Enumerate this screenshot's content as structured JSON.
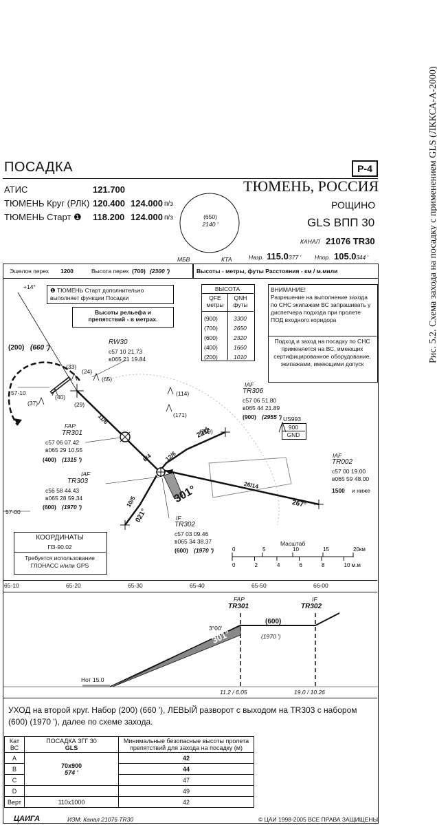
{
  "caption": "Рис. 5.2. Схема захода на посадку с применением GLS (ЛККСА-А-2000)",
  "header": {
    "title": "ПОСАДКА",
    "page_code": "P-4",
    "city": "ТЮМЕНЬ, РОССИЯ",
    "airport": "РОЩИНО",
    "procedure": "GLS ВПП 30",
    "channel_label": "КАНАЛ",
    "channel": "21076 TR30"
  },
  "frequencies": [
    {
      "name": "АТИС",
      "f1": "121.700",
      "f2": "",
      "unit": ""
    },
    {
      "name": "ТЮМЕНЬ Круг (РЛК)",
      "f1": "120.400",
      "f2": "124.000",
      "unit": "п/з"
    },
    {
      "name": "ТЮМЕНЬ Старт ❶",
      "f1": "118.200",
      "f2": "124.000",
      "unit": "п/з"
    }
  ],
  "msa": {
    "alt": "(650)",
    "alt_ft": "2140 '",
    "label1": "МБВ",
    "label2": "КТА"
  },
  "course": {
    "naz_label": "Назр.",
    "naz": "115.0",
    "naz_ft": "377 '",
    "npor_label": "Нпор.",
    "npor": "105.0",
    "npor_ft": "344 '"
  },
  "transition": {
    "level_label": "Эшелон перех",
    "level": "1200",
    "alt_label": "Высота перех",
    "alt": "(700)",
    "alt_ft": "(2300 ')"
  },
  "units_note": "Высоты - метры, футы Расстояния - км / м.мили",
  "note1": "❶ ТЮМЕНЬ Старт дополнительно выполняет функции Посадки",
  "note2": "Высоты рельефа и препятствий - в метрах.",
  "height_table": {
    "title": "ВЫСОТА",
    "col1": "QFE метры",
    "col2": "QNH футы",
    "rows": [
      [
        "(900)",
        "3300"
      ],
      [
        "(700)",
        "2650"
      ],
      [
        "(600)",
        "2320"
      ],
      [
        "(400)",
        "1660"
      ],
      [
        "(200)",
        "1010"
      ]
    ]
  },
  "warning": {
    "title": "ВНИМАНИЕ!",
    "p1": "Разрешение на выполнение захода по СНС экипажам ВС запрашивать у диспетчера подхода при пролете ПОД входного коридора",
    "p2": "Подход и заход на посадку по СНС применяется на ВС, имеющих сертифицированное оборудование, экипажами, имеющими допуск"
  },
  "waypoints": {
    "rw30": {
      "name": "RW30",
      "lat": "с57 10 21.73",
      "lon": "в065 21 19.84"
    },
    "tr306": {
      "tag": "IAF",
      "name": "TR306",
      "lat": "с57 06 51.80",
      "lon": "в065 44 21.89",
      "alt": "(900)",
      "alt_ft": "(2955 ')"
    },
    "tr301": {
      "tag": "FAP",
      "name": "TR301",
      "lat": "с57 06 07.42",
      "lon": "в065 29 10.55",
      "alt": "(400)",
      "alt_ft": "(1315 ')"
    },
    "tr303": {
      "tag": "IAF",
      "name": "TR303",
      "lat": "с56 58 44.43",
      "lon": "в065 28 59.34",
      "alt": "(600)",
      "alt_ft": "(1970 ')"
    },
    "tr302": {
      "tag": "IF",
      "name": "TR302",
      "lat": "с57 03 09.46",
      "lon": "в065 34 38.37",
      "alt": "(600)",
      "alt_ft": "(1970 ')"
    },
    "tr002": {
      "tag": "IAF",
      "name": "TR002",
      "lat": "с57 00 19.00",
      "lon": "в065 59 48.00",
      "alt": "1500",
      "alt_suffix": "и ниже"
    }
  },
  "map_labels": {
    "circle_alt": "(200)",
    "circle_alt_ft": "(660 ')",
    "bearing_14": "+14°",
    "lat_57_10": "57-10",
    "lat_57_00": "57-00",
    "leg_11": "11/6",
    "leg_8": "8/4",
    "leg_12": "12/6",
    "leg_10": "10/5",
    "leg_26": "26/14",
    "trk_301": "301°",
    "trk_221": "221°",
    "trk_021": "021°",
    "trk_267": "267°",
    "obs": [
      "(33)",
      "(24)",
      "(65)",
      "(37)",
      "(40)",
      "(29)",
      "(114)",
      "(171)",
      "(209)"
    ],
    "us_label": "US993",
    "us_alt": "900",
    "us_gnd": "GND"
  },
  "coords_box": {
    "title": "КООРДИНАТЫ",
    "system": "ПЗ-90.02",
    "req": "Требуется использование ГЛОНАСС и/или GPS"
  },
  "scale": {
    "label": "Масштаб",
    "km_ticks": [
      "0",
      "5",
      "10",
      "15",
      "20км"
    ],
    "nm_ticks": [
      "0",
      "2",
      "4",
      "6",
      "8",
      "10 м.м"
    ]
  },
  "lon_ticks": [
    "65-10",
    "65-20",
    "65-30",
    "65-40",
    "65-50",
    "66-00"
  ],
  "profile": {
    "fap": "FAP",
    "fap_name": "TR301",
    "if": "IF",
    "if_name": "TR302",
    "alt": "(600)",
    "alt_ft": "(1970 ')",
    "angle": "3°00'",
    "trk": "301°",
    "thr": "Нот 15.0",
    "d1": "11.2 / 6.05",
    "d2": "19.0 / 10.26"
  },
  "missed": "УХОД на второй круг. Набор (200) (660 '), ЛЕВЫЙ разворот с выходом на TR303 с набором (600) (1970 '), далее по схеме захода.",
  "minima": {
    "h1": "Кат ВС",
    "h2": "ПОСАДКА ЗГГ 30",
    "h2b": "GLS",
    "h3": "Минимальные безопасные высоты пролета препятствий для захода на посадку (м)",
    "rows": [
      [
        "A",
        "42"
      ],
      [
        "B",
        "44"
      ],
      [
        "C",
        "47"
      ],
      [
        "D",
        "49"
      ],
      [
        "Верт",
        "42"
      ]
    ],
    "mid1": "70x900",
    "mid2": "574 '",
    "mid3": "110x1000"
  },
  "footer": {
    "logo": "ЦАИГА",
    "change": "ИЗМ: Канал 21076 TR30",
    "copy": "© ЦАИ 1998-2005 ВСЕ ПРАВА ЗАЩИЩЕНЫ"
  }
}
